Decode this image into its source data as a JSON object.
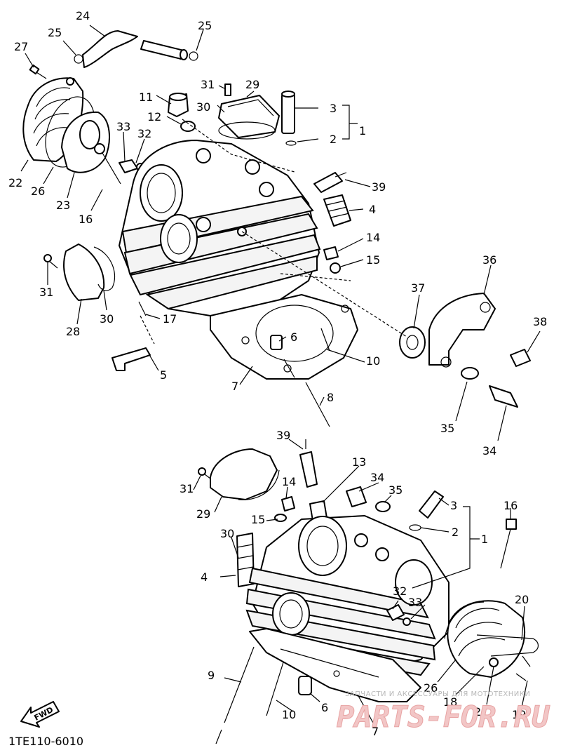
{
  "diagram": {
    "doc_code": "1TE110-6010",
    "fwd_label": "FWD",
    "watermark_text": "ЗАПЧАСТИ И АКСЕССУАРЫ ДЛЯ МОТОТЕХНИКИ",
    "watermark_logo": "PARTS-FOR.RU",
    "callouts_top": [
      {
        "id": "t24",
        "label": "24"
      },
      {
        "id": "t25a",
        "label": "25"
      },
      {
        "id": "t25b",
        "label": "25"
      },
      {
        "id": "t27",
        "label": "27"
      },
      {
        "id": "t31a",
        "label": "31"
      },
      {
        "id": "t29a",
        "label": "29"
      },
      {
        "id": "t3a",
        "label": "3"
      },
      {
        "id": "t11",
        "label": "11"
      },
      {
        "id": "t30a",
        "label": "30"
      },
      {
        "id": "t12",
        "label": "12"
      },
      {
        "id": "t2a",
        "label": "2"
      },
      {
        "id": "t1a",
        "label": "1"
      },
      {
        "id": "t33a",
        "label": "33"
      },
      {
        "id": "t32a",
        "label": "32"
      },
      {
        "id": "t39a",
        "label": "39"
      },
      {
        "id": "t22",
        "label": "22"
      },
      {
        "id": "t26a",
        "label": "26"
      },
      {
        "id": "t23",
        "label": "23"
      },
      {
        "id": "t16a",
        "label": "16"
      },
      {
        "id": "t4a",
        "label": "4"
      },
      {
        "id": "t14a",
        "label": "14"
      },
      {
        "id": "t15a",
        "label": "15"
      },
      {
        "id": "t36",
        "label": "36"
      },
      {
        "id": "t31b",
        "label": "31"
      },
      {
        "id": "t37",
        "label": "37"
      },
      {
        "id": "t30b",
        "label": "30"
      },
      {
        "id": "t17",
        "label": "17"
      },
      {
        "id": "t28",
        "label": "28"
      },
      {
        "id": "t38",
        "label": "38"
      },
      {
        "id": "t6a",
        "label": "6"
      },
      {
        "id": "t10a",
        "label": "10"
      },
      {
        "id": "t5",
        "label": "5"
      },
      {
        "id": "t7a",
        "label": "7"
      },
      {
        "id": "t8",
        "label": "8"
      },
      {
        "id": "t35a",
        "label": "35"
      },
      {
        "id": "t34a",
        "label": "34"
      }
    ],
    "callouts_bottom": [
      {
        "id": "b39",
        "label": "39"
      },
      {
        "id": "b13",
        "label": "13"
      },
      {
        "id": "b34",
        "label": "34"
      },
      {
        "id": "b14",
        "label": "14"
      },
      {
        "id": "b35",
        "label": "35"
      },
      {
        "id": "b31",
        "label": "31"
      },
      {
        "id": "b3",
        "label": "3"
      },
      {
        "id": "b16",
        "label": "16"
      },
      {
        "id": "b29",
        "label": "29"
      },
      {
        "id": "b15",
        "label": "15"
      },
      {
        "id": "b2",
        "label": "2"
      },
      {
        "id": "b1",
        "label": "1"
      },
      {
        "id": "b30",
        "label": "30"
      },
      {
        "id": "b4",
        "label": "4"
      },
      {
        "id": "b32",
        "label": "32"
      },
      {
        "id": "b33",
        "label": "33"
      },
      {
        "id": "b20",
        "label": "20"
      },
      {
        "id": "b9",
        "label": "9"
      },
      {
        "id": "b26",
        "label": "26"
      },
      {
        "id": "b18",
        "label": "18"
      },
      {
        "id": "b21",
        "label": "21"
      },
      {
        "id": "b19",
        "label": "19"
      },
      {
        "id": "b6",
        "label": "6"
      },
      {
        "id": "b10",
        "label": "10"
      },
      {
        "id": "b7",
        "label": "7"
      }
    ]
  }
}
